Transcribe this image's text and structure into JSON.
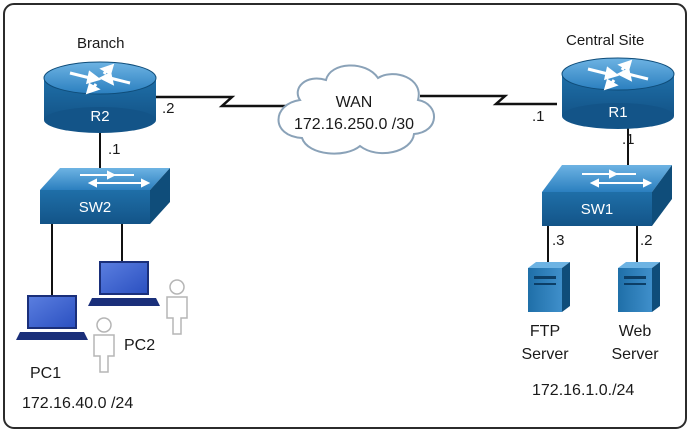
{
  "sites": {
    "branch": "Branch",
    "central": "Central Site"
  },
  "wan": {
    "name": "WAN",
    "subnet": "172.16.250.0 /30"
  },
  "devices": {
    "r2": "R2",
    "r1": "R1",
    "sw2": "SW2",
    "sw1": "SW1",
    "pc1": "PC1",
    "pc2": "PC2",
    "ftp_line1": "FTP",
    "ftp_line2": "Server",
    "web_line1": "Web",
    "web_line2": "Server"
  },
  "addresses": {
    "r2_wan": ".2",
    "r1_wan": ".1",
    "r2_lan": ".1",
    "r1_lan": ".1",
    "ftp": ".3",
    "web": ".2"
  },
  "subnets": {
    "branch_lan": "172.16.40.0 /24",
    "central_lan": "172.16.1.0./24"
  },
  "colors": {
    "device_blue": "#1f6fa8",
    "device_dark": "#0f4d7a",
    "device_light": "#4b9bd0",
    "cloud_stroke": "#8aa2b8",
    "link": "#111111",
    "frame": "#2b2b2b"
  }
}
